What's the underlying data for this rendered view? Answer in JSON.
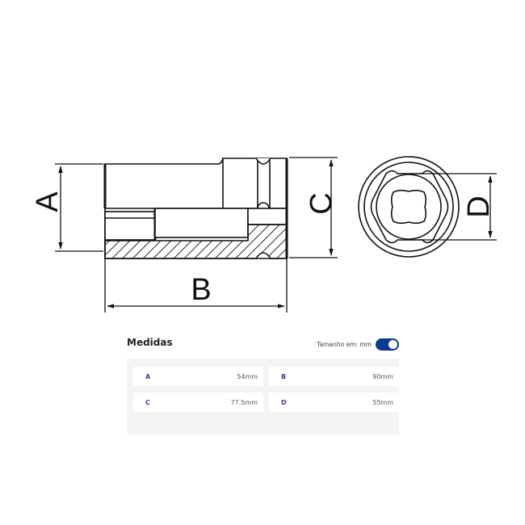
{
  "diagram": {
    "type": "socket_technical_drawing",
    "labels": {
      "A": "A",
      "B": "B",
      "C": "C",
      "D": "D"
    },
    "stroke_color": "#111111"
  },
  "measures": {
    "title": "Medidas",
    "unit_label": "Tamanho em: mm",
    "toggle_on": true,
    "toggle_color": "#0b3a8c",
    "rows": [
      {
        "key": "A",
        "value": "54mm"
      },
      {
        "key": "B",
        "value": "90mm"
      },
      {
        "key": "C",
        "value": "77.5mm"
      },
      {
        "key": "D",
        "value": "55mm"
      }
    ]
  }
}
